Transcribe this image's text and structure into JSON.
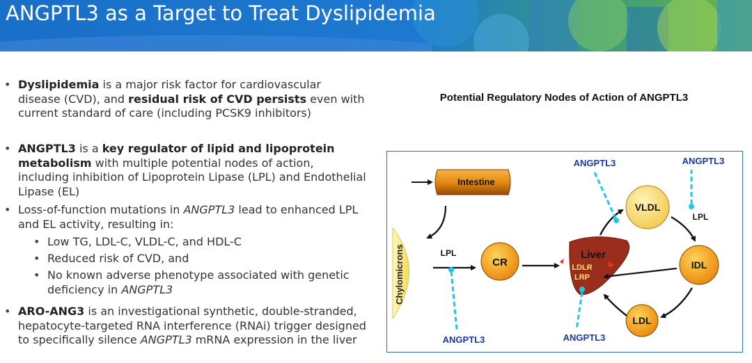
{
  "slide": {
    "title": "ANGPTL3 as a Target to Treat Dyslipidemia",
    "bullets": [
      {
        "segments": [
          {
            "text": "Dyslipidemia",
            "bold": true
          },
          {
            "text": " is a major risk factor for cardiovascular disease (CVD), and ",
            "bold": false
          },
          {
            "text": "residual risk of CVD persists",
            "bold": true
          },
          {
            "text": " even with current standard of care (including PCSK9 inhibitors)",
            "bold": false
          }
        ]
      },
      {
        "segments": [
          {
            "text": "ANGPTL3",
            "bold": true
          },
          {
            "text": " is a ",
            "bold": false
          },
          {
            "text": "key regulator of lipid and lipoprotein metabolism",
            "bold": true
          },
          {
            "text": " with multiple potential nodes of action, including inhibition of Lipoprotein Lipase (LPL) and Endothelial Lipase (EL)",
            "bold": false
          }
        ]
      },
      {
        "segments": [
          {
            "text": "Loss-of-function mutations in ",
            "bold": false
          },
          {
            "text": "ANGPTL3",
            "italic": true
          },
          {
            "text": " lead to enhanced LPL and EL activity, resulting in:",
            "bold": false
          }
        ],
        "sub_bullets": [
          [
            {
              "text": "Low TG, LDL-C, VLDL-C, and HDL-C"
            }
          ],
          [
            {
              "text": "Reduced risk of CVD, and"
            }
          ],
          [
            {
              "text": "No known adverse phenotype associated with genetic deficiency in "
            },
            {
              "text": "ANGPTL3",
              "italic": true
            }
          ]
        ]
      },
      {
        "segments": [
          {
            "text": "ARO-ANG3",
            "bold": true
          },
          {
            "text": " is an investigational synthetic, double-stranded, hepatocyte-targeted RNA interference (RNAi) trigger designed to specifically silence ",
            "bold": false
          },
          {
            "text": "ANGPTL3",
            "italic": true
          },
          {
            "text": " mRNA expression in the liver",
            "bold": false
          }
        ]
      }
    ]
  },
  "diagram": {
    "title": "Potential Regulatory Nodes of Action of ANGPTL3",
    "nodes": {
      "intestine": "Intestine",
      "chylomicrons": "Chylomicrons",
      "cr": "CR",
      "liver": "Liver",
      "ldlr": "LDLR",
      "lrp": "LRP",
      "vldl": "VLDL",
      "idl": "IDL",
      "ldl": "LDL"
    },
    "labels": {
      "lpl_left": "LPL",
      "lpl_right": "LPL",
      "angptl3_bottom_left": "ANGPTL3",
      "angptl3_top_middle": "ANGPTL3",
      "angptl3_top_right": "ANGPTL3",
      "angptl3_bottom_middle": "ANGPTL3"
    },
    "colors": {
      "node_fill": "#f5a41c",
      "vldl_fill": "#fbe28a",
      "liver_fill": "#9b2d1d",
      "inhibitor_line": "#22c7e6",
      "label_blue": "#1a3aa0"
    }
  }
}
